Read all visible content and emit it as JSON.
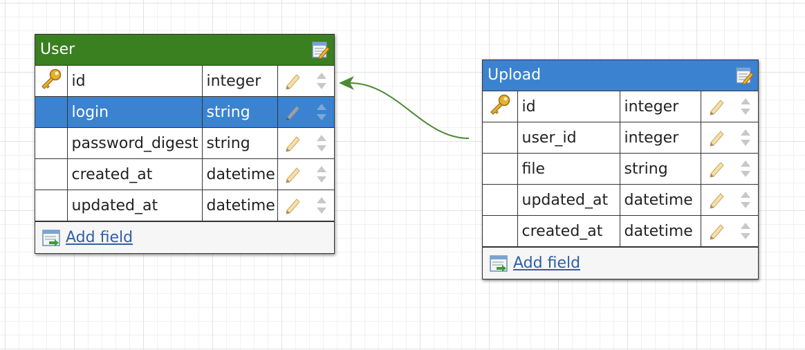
{
  "tables": {
    "user": {
      "title": "User",
      "fields": [
        {
          "name": "id",
          "type": "integer",
          "primary_key": true
        },
        {
          "name": "login",
          "type": "string",
          "selected": true
        },
        {
          "name": "password_digest",
          "type": "string"
        },
        {
          "name": "created_at",
          "type": "datetime"
        },
        {
          "name": "updated_at",
          "type": "datetime"
        }
      ],
      "add_field_label": "Add field",
      "header_color": "#3a7f20"
    },
    "upload": {
      "title": "Upload",
      "fields": [
        {
          "name": "id",
          "type": "integer",
          "primary_key": true
        },
        {
          "name": "user_id",
          "type": "integer"
        },
        {
          "name": "file",
          "type": "string"
        },
        {
          "name": "updated_at",
          "type": "datetime"
        },
        {
          "name": "created_at",
          "type": "datetime"
        }
      ],
      "add_field_label": "Add field",
      "header_color": "#3b82d1"
    }
  },
  "relations": [
    {
      "from": "Upload.user_id",
      "to": "User.id",
      "color": "#4a8a32"
    }
  ],
  "icons": {
    "header": "edit-table-icon",
    "key": "key-icon",
    "edit": "pencil-icon",
    "reorder": "updown-arrows-icon",
    "add_field": "add-field-icon"
  },
  "selection_color": "#3b82d1"
}
